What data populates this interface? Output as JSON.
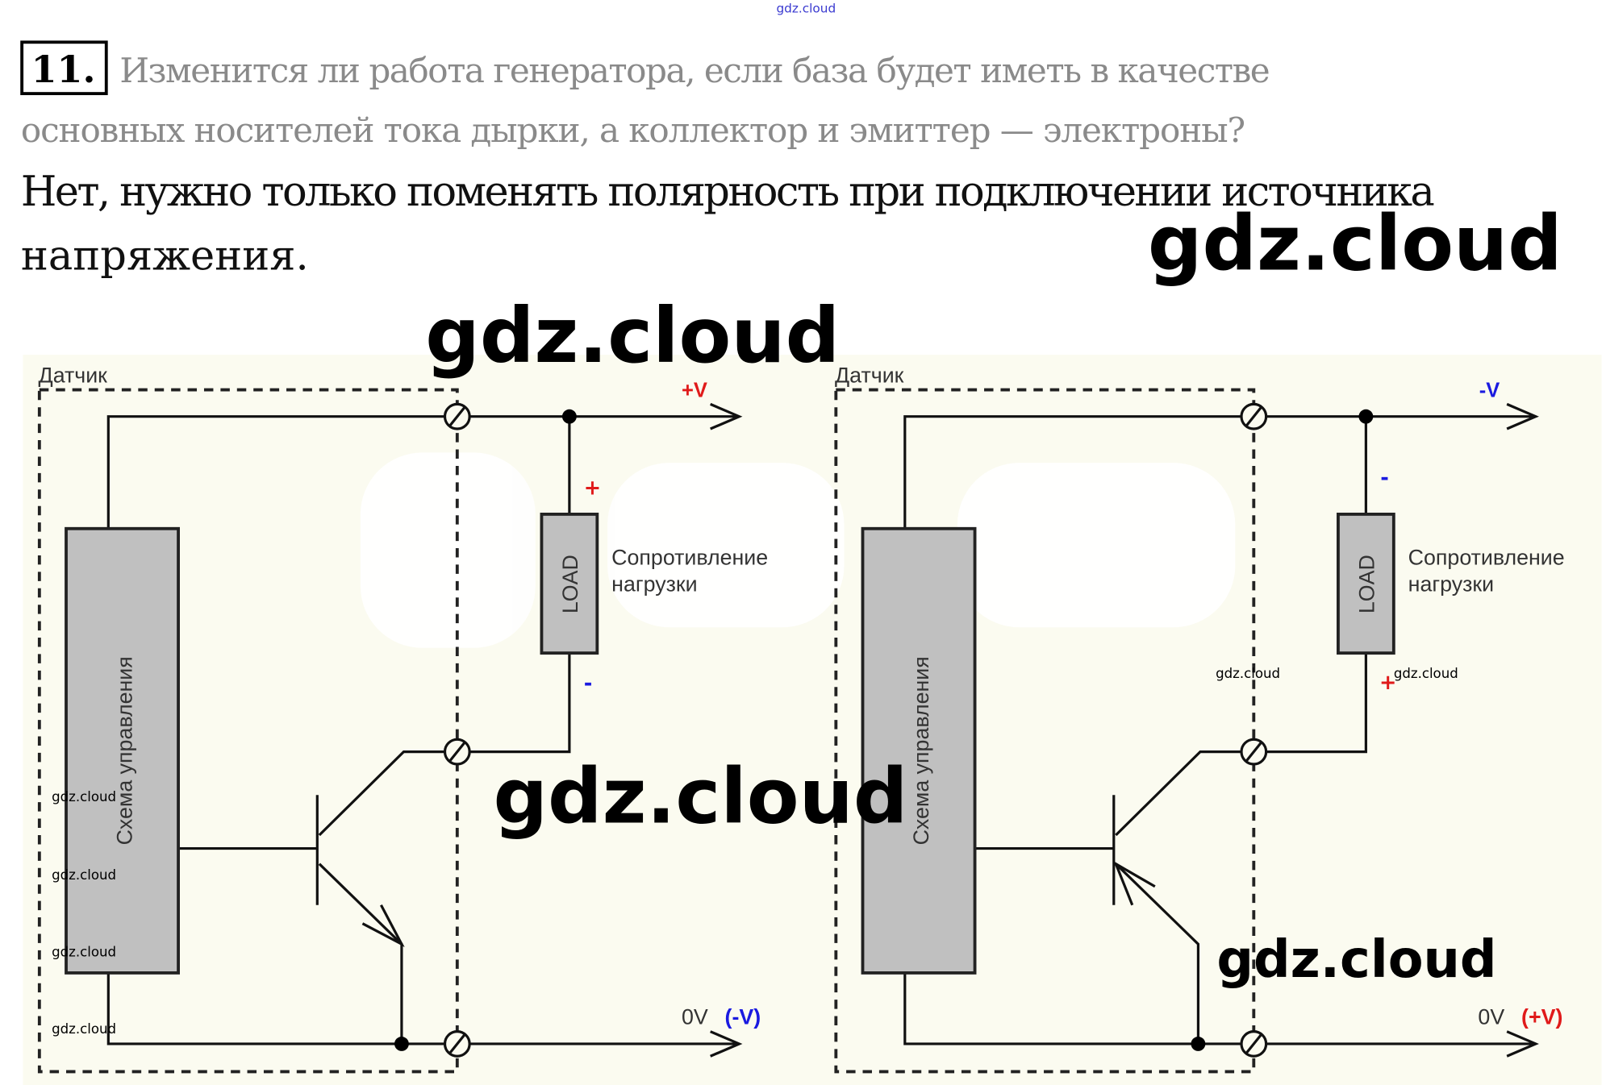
{
  "header": {
    "top_watermark": "gdz.cloud"
  },
  "question": {
    "number": "11.",
    "line1": "Изменится ли работа генератора, если база будет иметь в качестве",
    "line2": "основных носителей тока дырки, а коллектор и эмиттер — электроны?"
  },
  "answer": {
    "line1": "Нет, нужно только поменять полярность при подключении источника",
    "line2": "напряжения."
  },
  "watermarks": {
    "large": "gdz.cloud",
    "small": "gdz.cloud"
  },
  "diagram": {
    "left": {
      "sensor_label": "Датчик",
      "control_block": "Схема управления",
      "load": "LOAD",
      "load_desc_1": "Сопротивление",
      "load_desc_2": "нагрузки",
      "top_rail": "+V",
      "bottom_rail": "0V",
      "bottom_rail_alt": "(-V)",
      "load_top_sign": "+",
      "load_bottom_sign": "-",
      "emitter_color": "#1a1ae0"
    },
    "right": {
      "sensor_label": "Датчик",
      "control_block": "Схема управления",
      "load": "LOAD",
      "load_desc_1": "Сопротивление",
      "load_desc_2": "нагрузки",
      "top_rail": "-V",
      "bottom_rail": "0V",
      "bottom_rail_alt": "(+V)",
      "load_top_sign": "-",
      "load_bottom_sign": "+",
      "emitter_color": "#e01a1a"
    }
  }
}
